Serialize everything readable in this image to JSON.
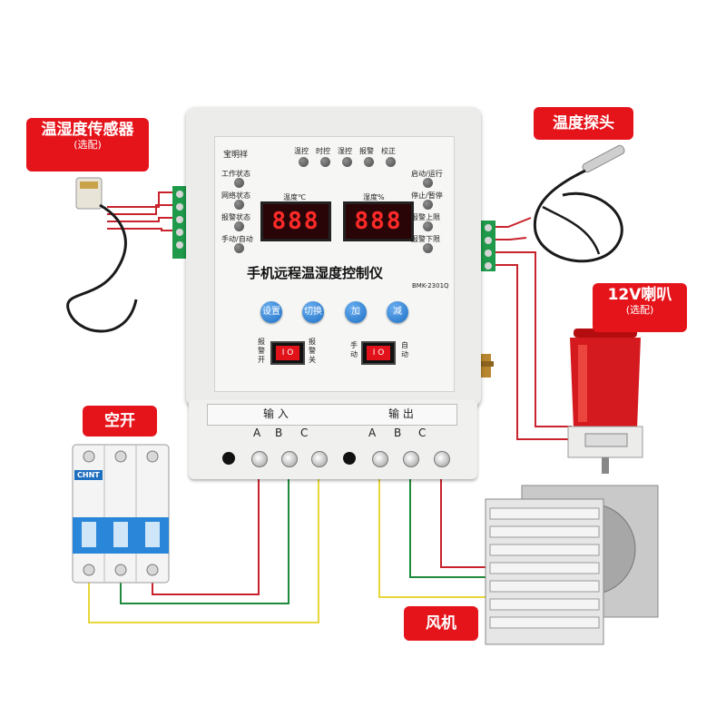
{
  "callouts": {
    "sensor_main": "温湿度传感器",
    "sensor_sub": "(选配)",
    "probe": "温度探头",
    "horn_main": "12V喇叭",
    "horn_sub": "(选配)",
    "breaker": "空开",
    "fan": "风机"
  },
  "device": {
    "brand": "宝明祥",
    "title": "手机远程温湿度控制仪",
    "model": "BMK-2301Q",
    "top_indicators": [
      "温控",
      "时控",
      "湿控",
      "报警",
      "校正"
    ],
    "left_indicators": [
      "工作状态",
      "网络状态",
      "报警状态",
      "手动/自动"
    ],
    "right_indicators": [
      "启动/运行",
      "停止/暂停",
      "报警上限",
      "报警下限"
    ],
    "display_temp_label": "温度℃",
    "display_humidity_label": "湿度%",
    "display_temp_value": "888",
    "display_humidity_value": "888",
    "buttons": [
      "设置",
      "切换",
      "加",
      "减"
    ],
    "switch1_left": "报警开",
    "switch1_right": "报警关",
    "switch2_left": "手动",
    "switch2_right": "自动",
    "switch_text": "I O",
    "input_label": "输  入",
    "output_label": "输  出",
    "input_terminals": [
      "A",
      "B",
      "C"
    ],
    "output_terminals": [
      "A",
      "B",
      "C"
    ]
  },
  "breaker": {
    "brand": "CHNT"
  },
  "colors": {
    "accent_red": "#e5141b",
    "wire_red": "#c8232c",
    "wire_green": "#1f8a3c",
    "wire_yellow": "#e8d63a",
    "led_red": "#ff2a2a",
    "button_blue": "#1d6fc4"
  }
}
